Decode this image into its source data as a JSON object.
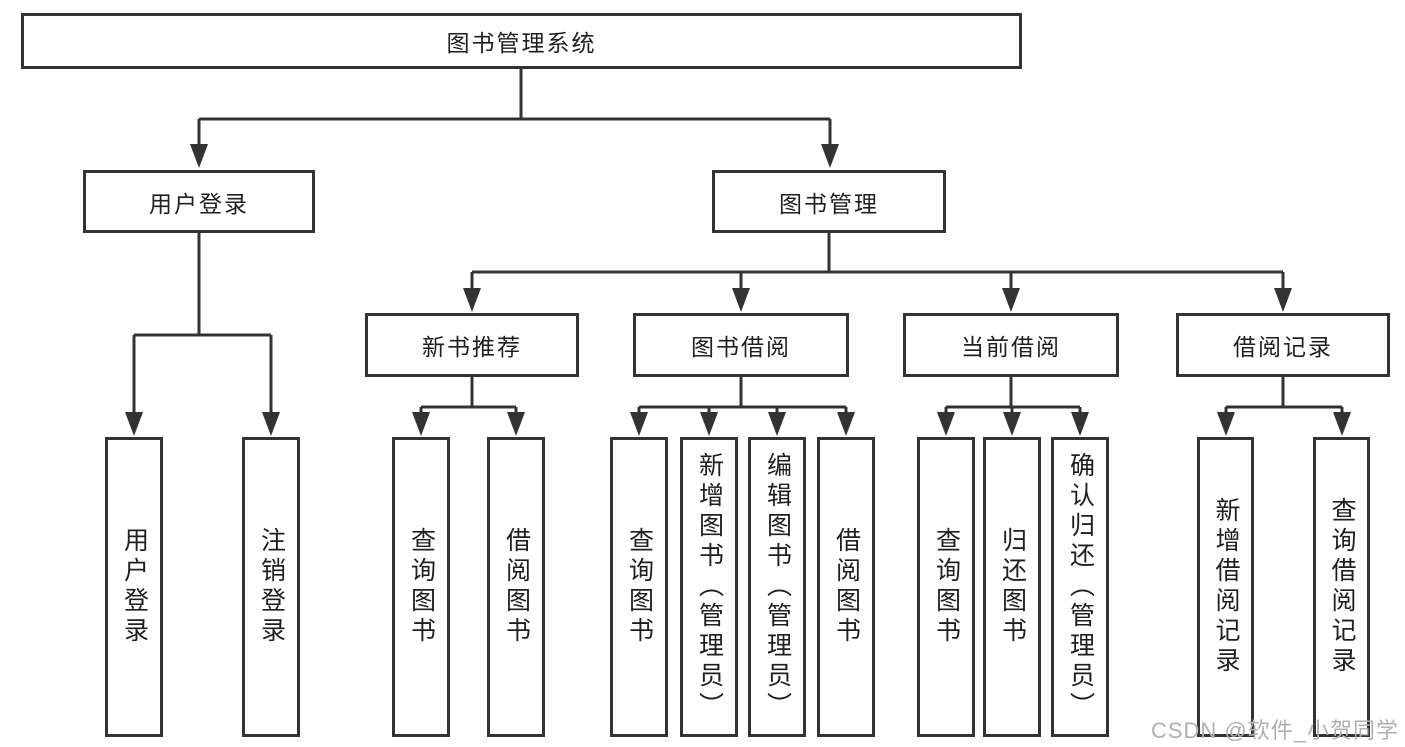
{
  "tree": {
    "root_label": "图书管理系统",
    "branches": [
      {
        "label": "用户登录",
        "leaves": [
          "用户登录",
          "注销登录"
        ]
      },
      {
        "label": "图书管理",
        "sections": [
          {
            "label": "新书推荐",
            "leaves": [
              "查询图书",
              "借阅图书"
            ]
          },
          {
            "label": "图书借阅",
            "leaves": [
              "查询图书",
              "新增图书（管理员）",
              "编辑图书（管理员）",
              "借阅图书"
            ]
          },
          {
            "label": "当前借阅",
            "leaves": [
              "查询图书",
              "归还图书",
              "确认归还（管理员）"
            ]
          },
          {
            "label": "借阅记录",
            "leaves": [
              "新增借阅记录",
              "查询借阅记录"
            ]
          }
        ]
      }
    ]
  },
  "watermark": "CSDN @软件_小贺同学",
  "colors": {
    "line": "#333333",
    "text": "#1f1f1f",
    "watermark": "#b0b0b0",
    "background": "#ffffff"
  }
}
